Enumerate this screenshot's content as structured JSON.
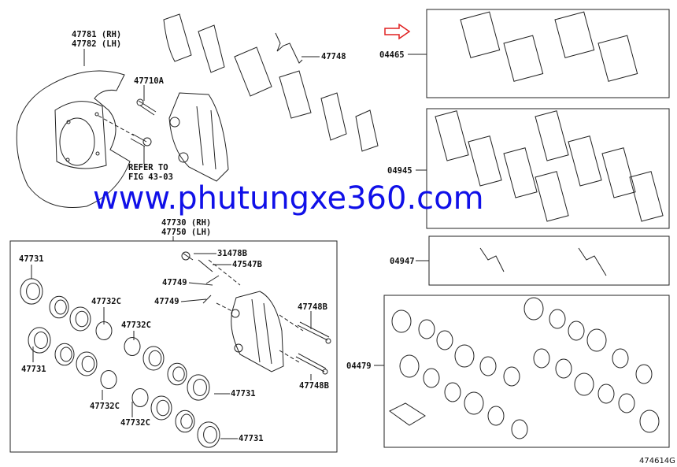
{
  "diagram": {
    "figure_code": "474614G",
    "watermark": "www.phutungxe360.com",
    "colors": {
      "watermark": "#1010e8",
      "highlight_arrow": "#e02020",
      "line": "#222222"
    },
    "top_labels": {
      "dust_cover_rh": "47781 (RH)",
      "dust_cover_lh": "47782 (LH)",
      "bolt": "47710A",
      "spring": "47748",
      "refer_line1": "REFER TO",
      "refer_line2": "FIG 43-03",
      "caliper_rh": "47730 (RH)",
      "caliper_lh": "47750 (LH)"
    },
    "caliper_box_labels": {
      "piston_1": "47731",
      "piston_2": "47731",
      "piston_3": "47731",
      "piston_4": "47731",
      "ring_1": "47732C",
      "ring_2": "47732C",
      "ring_3": "47732C",
      "ring_4": "47732C",
      "cap": "31478B",
      "bleeder": "47547B",
      "clip_1": "47749",
      "clip_2": "47749",
      "pin_1": "47748B",
      "pin_2": "47748B"
    },
    "kit_labels": {
      "pad_kit": "04465",
      "anti_squeal_kit": "04945",
      "spring_kit": "04947",
      "cylinder_kit": "04479"
    }
  }
}
